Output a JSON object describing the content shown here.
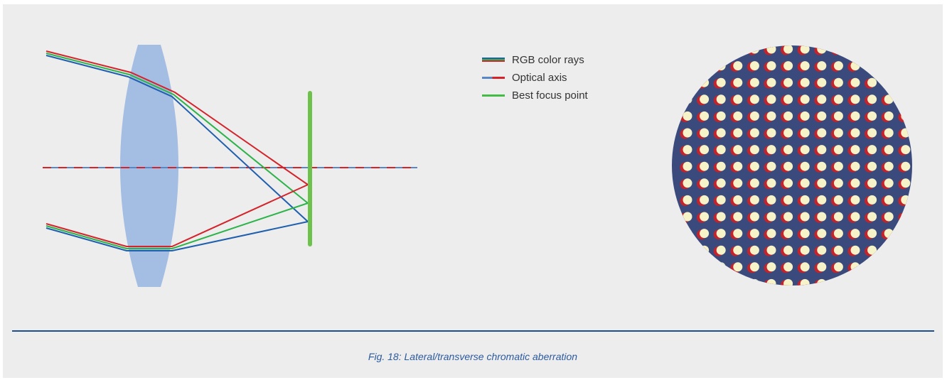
{
  "legend": {
    "items": [
      {
        "key": "rgb",
        "label": "RGB color rays"
      },
      {
        "key": "axis",
        "label": "Optical axis"
      },
      {
        "key": "focus",
        "label": "Best focus point"
      }
    ]
  },
  "caption": "Fig. 18: Lateral/transverse chromatic aberration",
  "colors": {
    "background": "#ededed",
    "lens": "#a4bde3",
    "red_ray": "#d4232b",
    "green_ray": "#2db34a",
    "blue_ray": "#1f5fae",
    "axis": "#5a86c6",
    "focus_plane": "#6cc24a",
    "spot_field": "#3b4a7c",
    "spot_core": "#f7f3c8",
    "spot_fringe": "#c4232b",
    "divider": "#1f4e8f"
  }
}
